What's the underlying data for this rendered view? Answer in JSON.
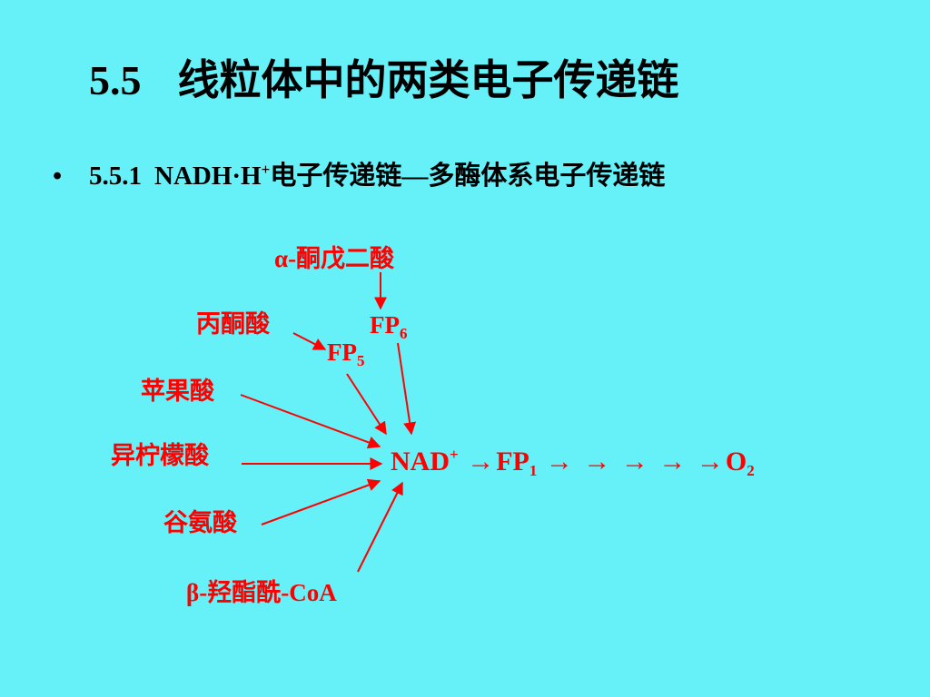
{
  "title": {
    "number": "5.5",
    "text": "线粒体中的两类电子传递链"
  },
  "subtitle": {
    "bullet": "•",
    "number": "5.5.1",
    "nadh": "NADH·H",
    "plus": "+",
    "rest": "电子传递链—多酶体系电子传递链"
  },
  "diagram": {
    "alpha_ketoglutarate": "α-酮戊二酸",
    "pyruvate": "丙酮酸",
    "malate": "苹果酸",
    "isocitrate": "异柠檬酸",
    "glutamate": "谷氨酸",
    "beta_hydroxyacyl_coa": "β-羟酯酰-CoA",
    "fp6": {
      "base": "FP",
      "sub": "6"
    },
    "fp5": {
      "base": "FP",
      "sub": "5"
    },
    "chain": {
      "nad": "NAD",
      "nad_sup": "+",
      "fp1_base": "FP",
      "fp1_sub": "1",
      "arrow": "→",
      "o2_base": "O",
      "o2_sub": "2"
    },
    "color": "#FF0000"
  },
  "background": "#66F0F8"
}
